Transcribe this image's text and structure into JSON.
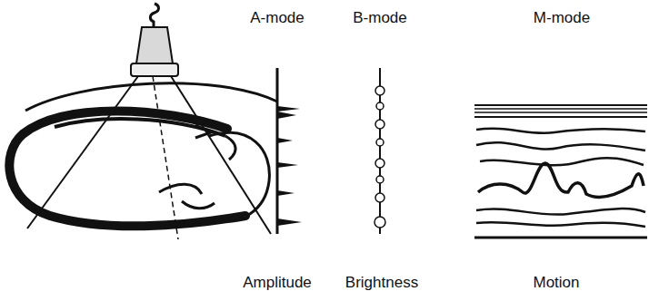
{
  "diagram": {
    "labels": [
      "A-mode",
      "B-mode",
      "M-mode",
      "Amplitude",
      "Brightness",
      "Motion"
    ]
  }
}
